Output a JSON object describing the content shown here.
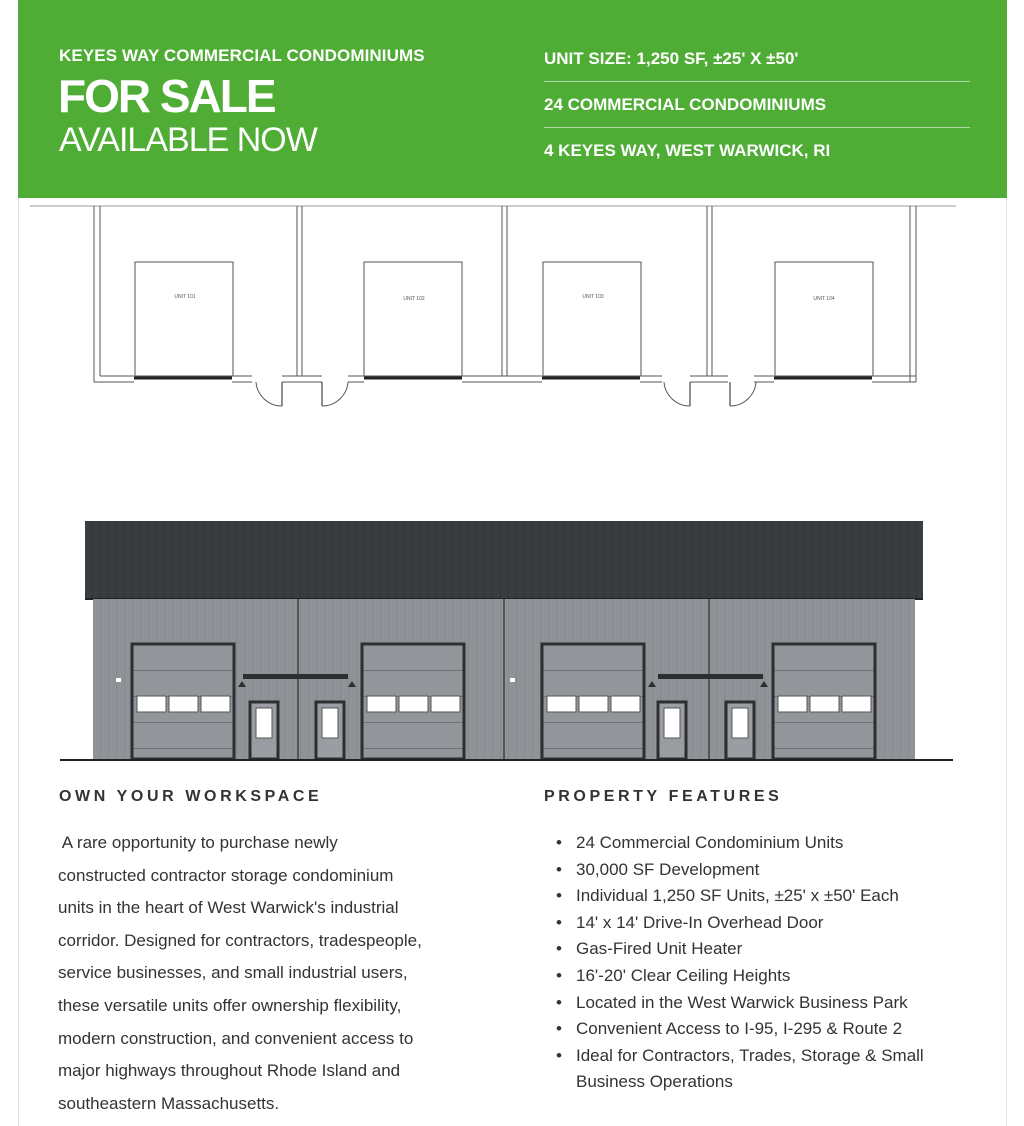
{
  "banner": {
    "kicker": "KEYES WAY COMMERCIAL CONDOMINIUMS",
    "headline": "FOR SALE",
    "subline": "AVAILABLE NOW",
    "facts": [
      "UNIT SIZE: 1,250 SF, ±25' X ±50'",
      "24 COMMERCIAL CONDOMINIUMS",
      "4 KEYES WAY, WEST WARWICK, RI"
    ],
    "background_color": "#4fac35"
  },
  "floorplan": {
    "unit_labels": [
      "UNIT 101",
      "UNIT 102",
      "UNIT 103",
      "UNIT 104"
    ]
  },
  "left_section": {
    "heading": "OWN YOUR WORKSPACE",
    "lines": [
      " A rare opportunity to purchase newly",
      "constructed contractor storage condominium",
      "units in the heart of West Warwick's industrial",
      "corridor. Designed for contractors, tradespeople,",
      "service businesses, and small industrial users,",
      "these versatile units offer ownership flexibility,",
      "modern construction, and convenient access to",
      "major highways throughout Rhode Island and",
      "southeastern Massachusetts."
    ]
  },
  "right_section": {
    "heading": "PROPERTY FEATURES",
    "features": [
      "24 Commercial Condominium Units",
      "30,000 SF Development",
      "Individual 1,250 SF Units, ±25' x ±50' Each",
      "14' x 14' Drive-In Overhead Door",
      "Gas-Fired Unit Heater",
      "16'-20' Clear Ceiling Heights",
      "Located in the West Warwick Business Park",
      "Convenient Access to I-95, I-295 & Route 2",
      "Ideal for Contractors, Trades, Storage & Small Business Operations"
    ]
  }
}
